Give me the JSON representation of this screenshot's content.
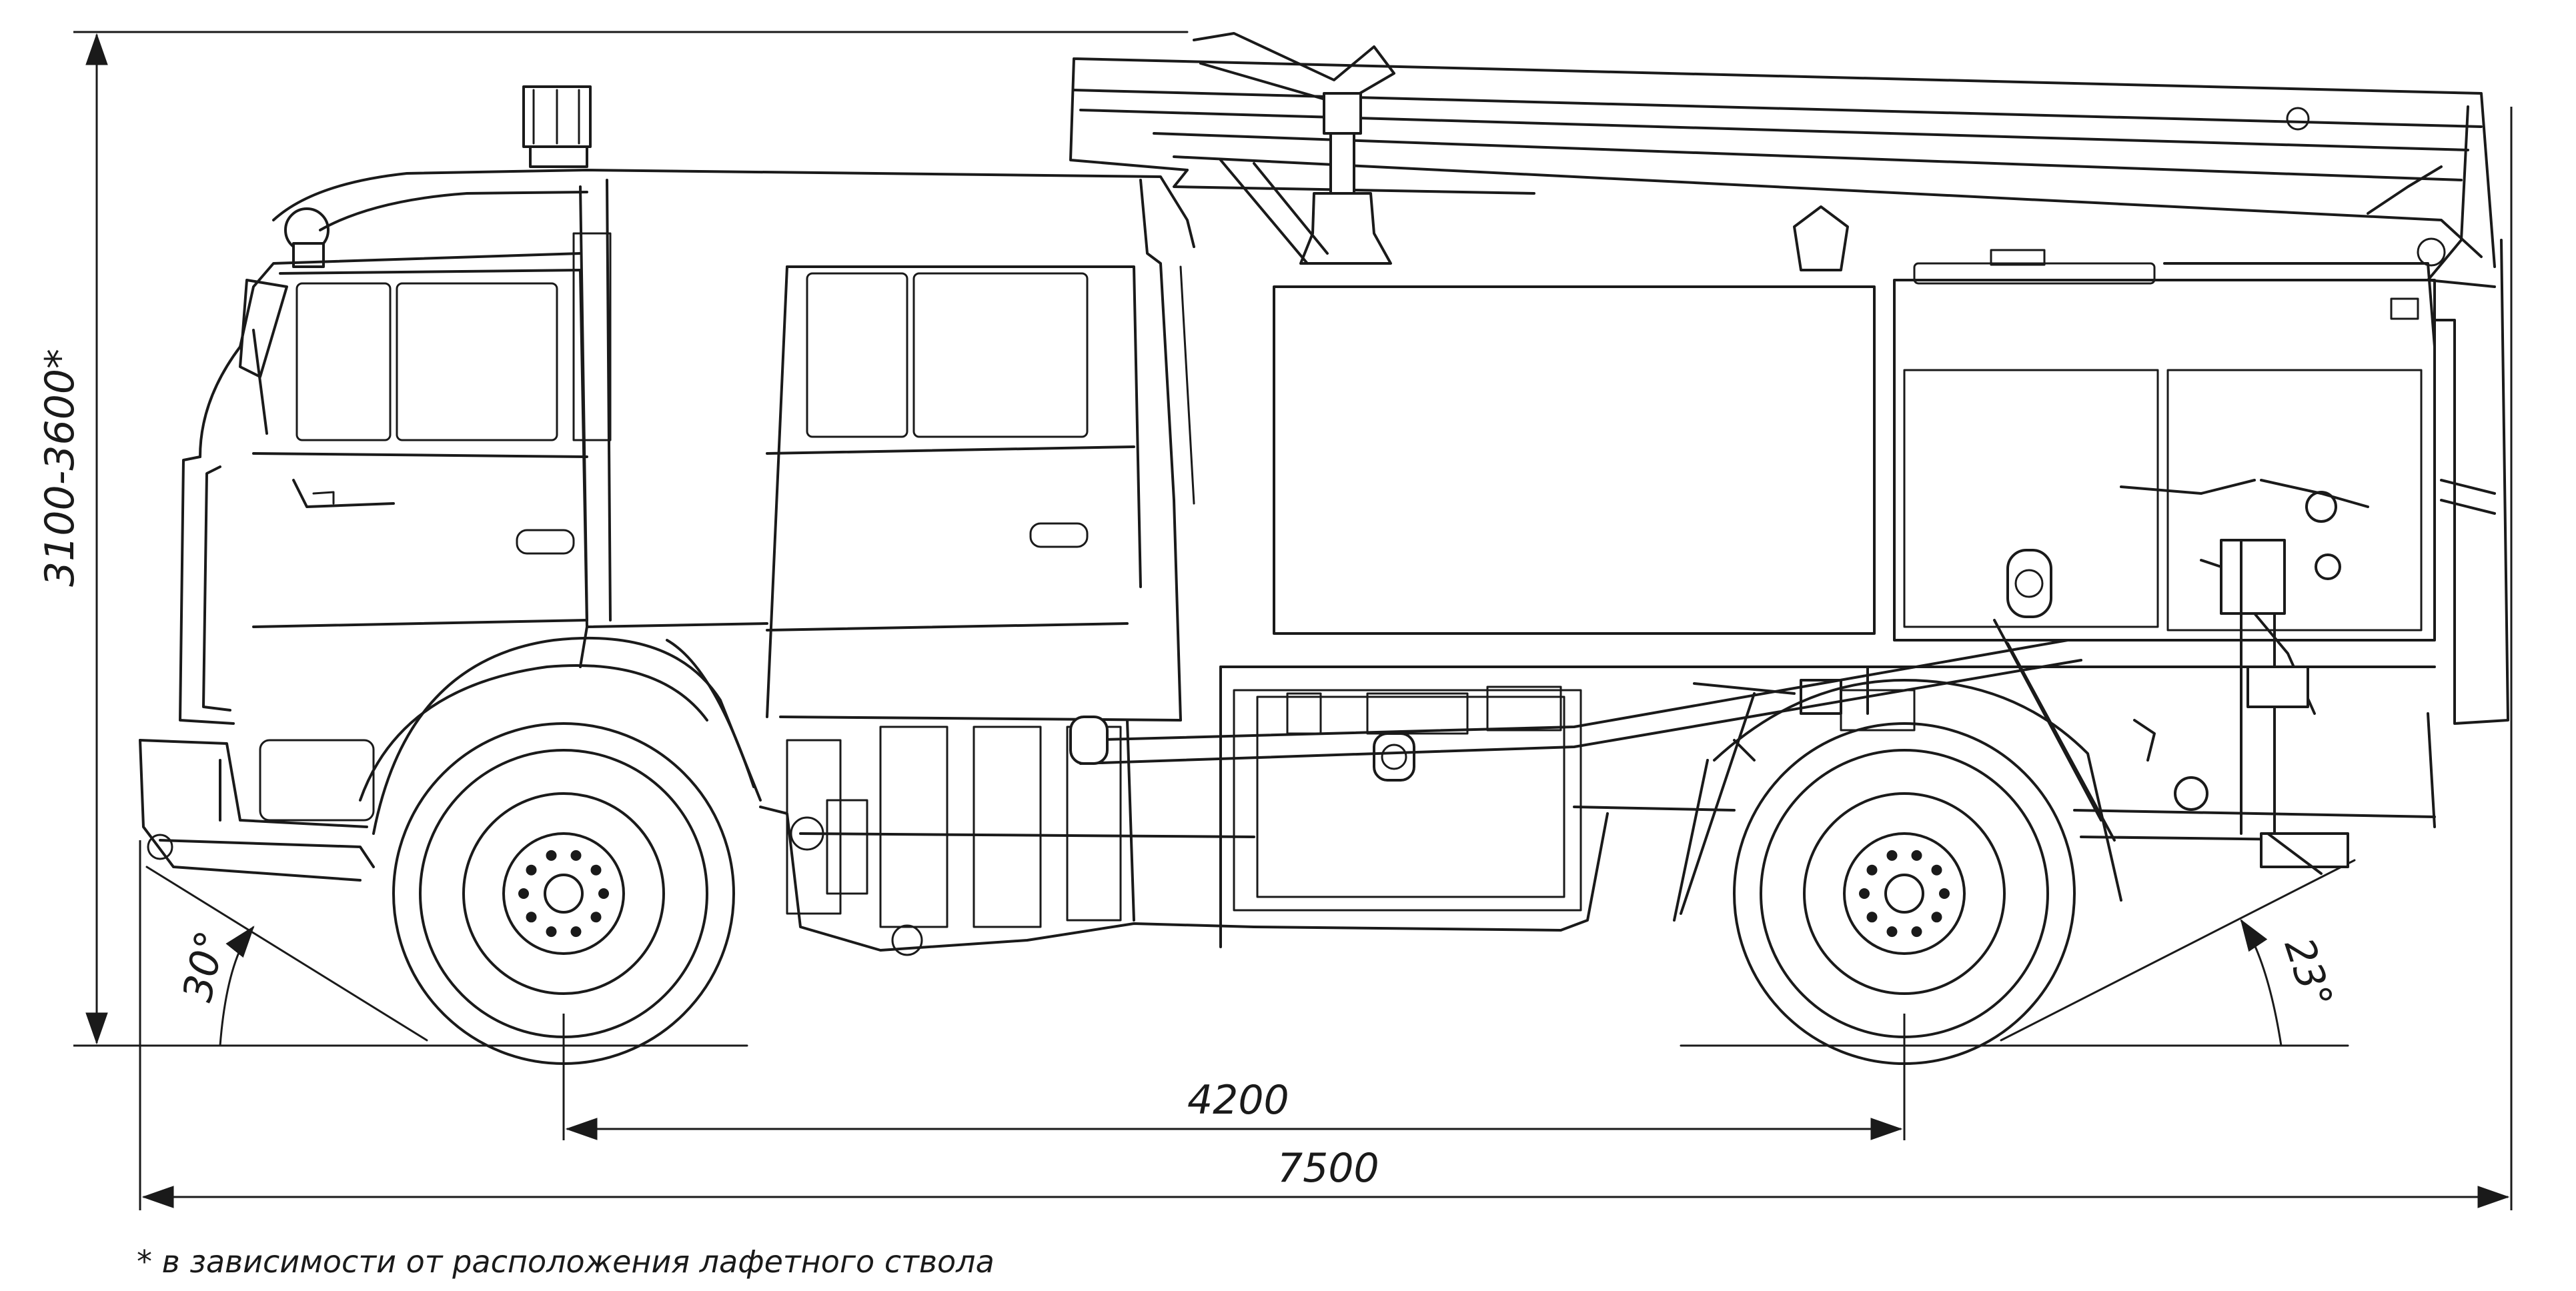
{
  "drawing": {
    "dimensions": {
      "height": "3100-3600*",
      "wheelbase": "4200",
      "overall_length": "7500",
      "approach_angle": "30°",
      "departure_angle": "23°"
    },
    "footnote": "* в зависимости от расположения лафетного ствола"
  }
}
